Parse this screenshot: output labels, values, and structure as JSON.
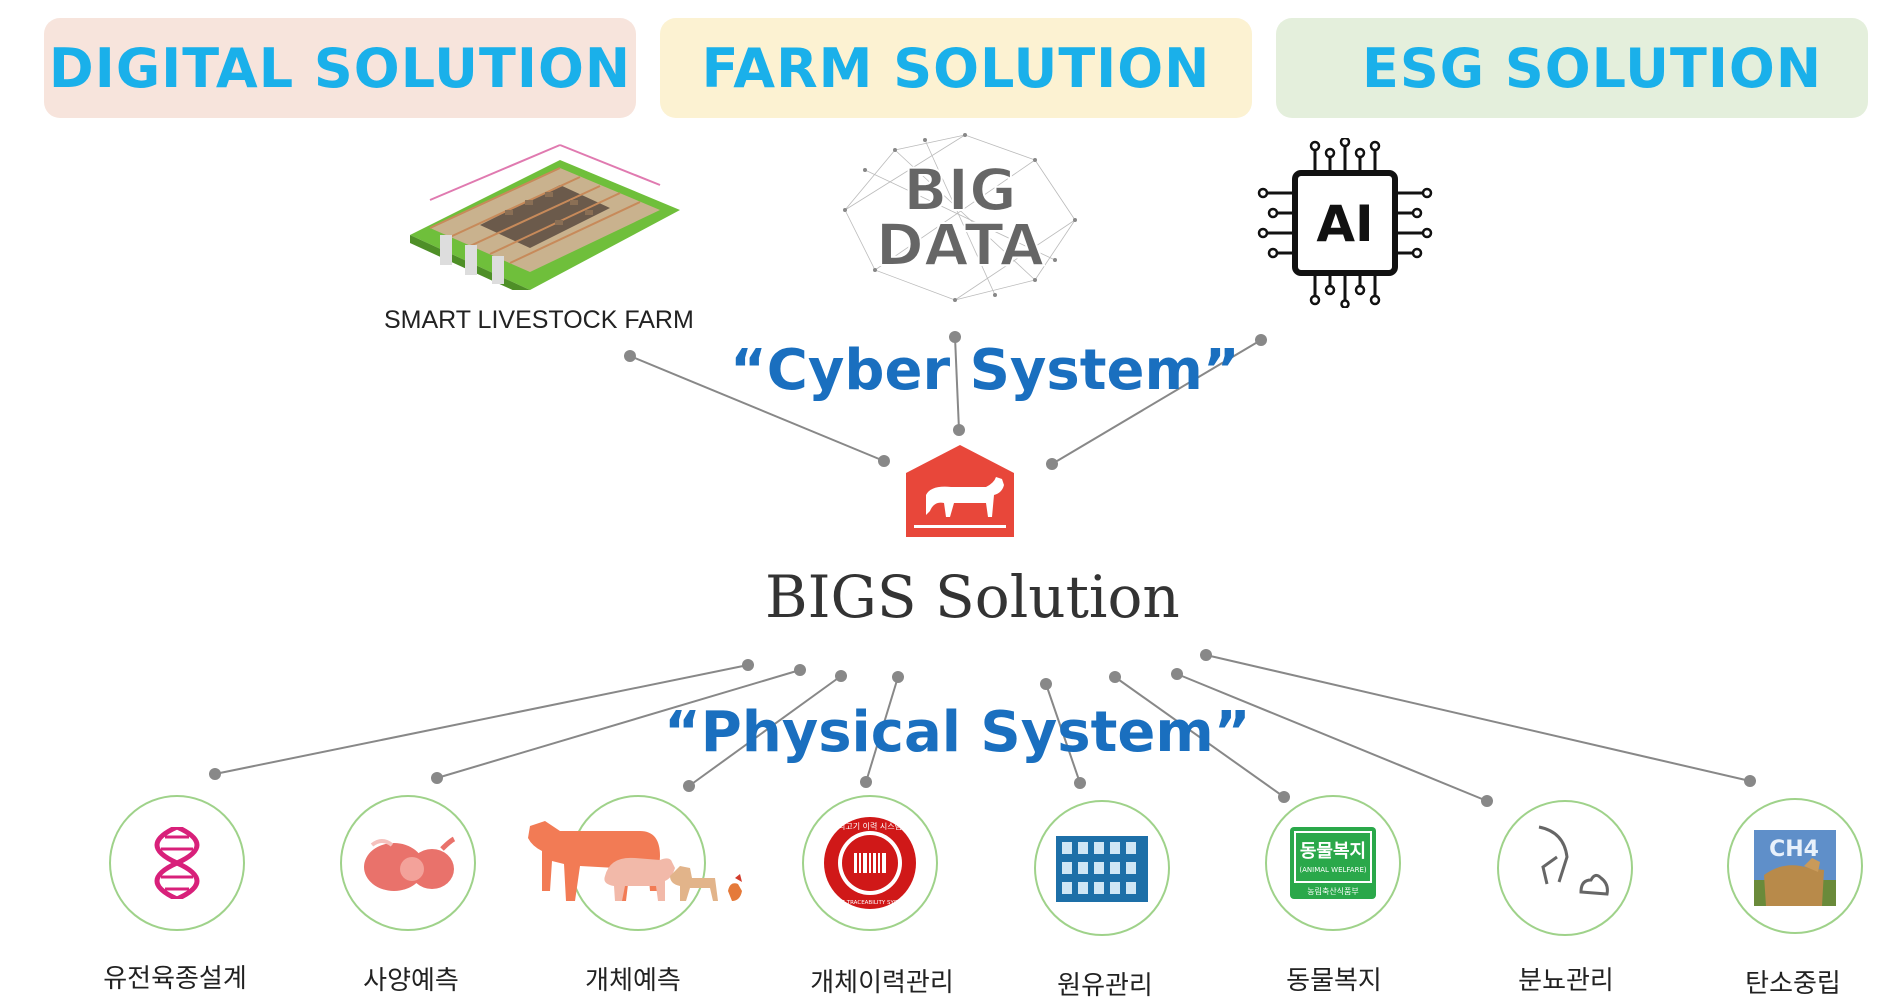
{
  "banners": {
    "digital": "DIGITAL SOLUTION",
    "farm": "FARM SOLUTION",
    "esg": "ESG SOLUTION"
  },
  "cyber": {
    "farm_label": "SMART LIVESTOCK FARM",
    "bigdata_line1": "BIG",
    "bigdata_line2": "DATA",
    "ai_label": "AI",
    "title": "“Cyber System”"
  },
  "center": {
    "title": "BIGS Solution"
  },
  "physical": {
    "title": "“Physical System”",
    "items": [
      {
        "label": "유전육종설계",
        "icon": "dna-icon"
      },
      {
        "label": "사양예측",
        "icon": "stomach-icon"
      },
      {
        "label": "개체예측",
        "icon": "livestock-animals-icon"
      },
      {
        "label": "개체이력관리",
        "icon": "beef-traceability-seal-icon"
      },
      {
        "label": "원유관리",
        "icon": "milk-products-icon"
      },
      {
        "label": "동물복지",
        "icon": "animal-welfare-badge-icon"
      },
      {
        "label": "분뇨관리",
        "icon": "manure-icon"
      },
      {
        "label": "탄소중립",
        "icon": "methane-cow-icon"
      }
    ],
    "welfare_badge": {
      "title": "동물복지",
      "subtitle": "(ANIMAL WELFARE)",
      "footer": "농림축산식품부"
    },
    "trace_seal": {
      "top": "쇠고기 이력 시스템",
      "bottom": "BEEF TRACEABILITY SYSTEM"
    },
    "methane": "CH4"
  },
  "colors": {
    "banner_text": "#1ab0ea",
    "title_blue": "#1a6fbf",
    "logo_red": "#e8473a",
    "circle_border": "#9fd28a"
  }
}
